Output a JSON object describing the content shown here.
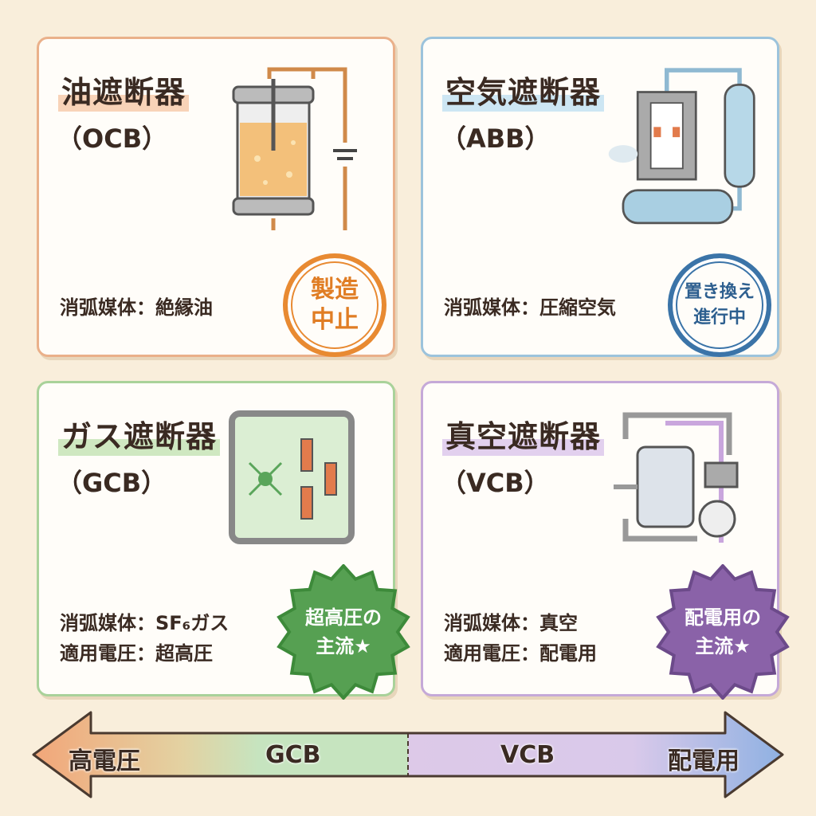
{
  "cards": [
    {
      "title": "油遮断器",
      "abbr": "（OCB）",
      "specs": [
        "消弧媒体：絶縁油"
      ],
      "stamp": [
        "製造",
        "中止"
      ]
    },
    {
      "title": "空気遮断器",
      "abbr": "（ABB）",
      "specs": [
        "消弧媒体：圧縮空気"
      ],
      "stamp": [
        "置き換え",
        "進行中"
      ]
    },
    {
      "title": "ガス遮断器",
      "abbr": "（GCB）",
      "specs": [
        "消弧媒体：SF₆ガス",
        "適用電圧：超高圧"
      ],
      "stamp": [
        "超高圧の",
        "主流★"
      ]
    },
    {
      "title": "真空遮断器",
      "abbr": "（VCB）",
      "specs": [
        "消弧媒体：真空",
        "適用電圧：配電用"
      ],
      "stamp": [
        "配電用の",
        "主流★"
      ]
    }
  ],
  "axis": {
    "left": "高電圧",
    "mid_left": "GCB",
    "mid_right": "VCB",
    "right": "配電用"
  },
  "colors": {
    "ocb": "#e88a32",
    "abb": "#3b74a8",
    "gcb": "#4e9a4c",
    "vcb": "#8a62a8"
  }
}
